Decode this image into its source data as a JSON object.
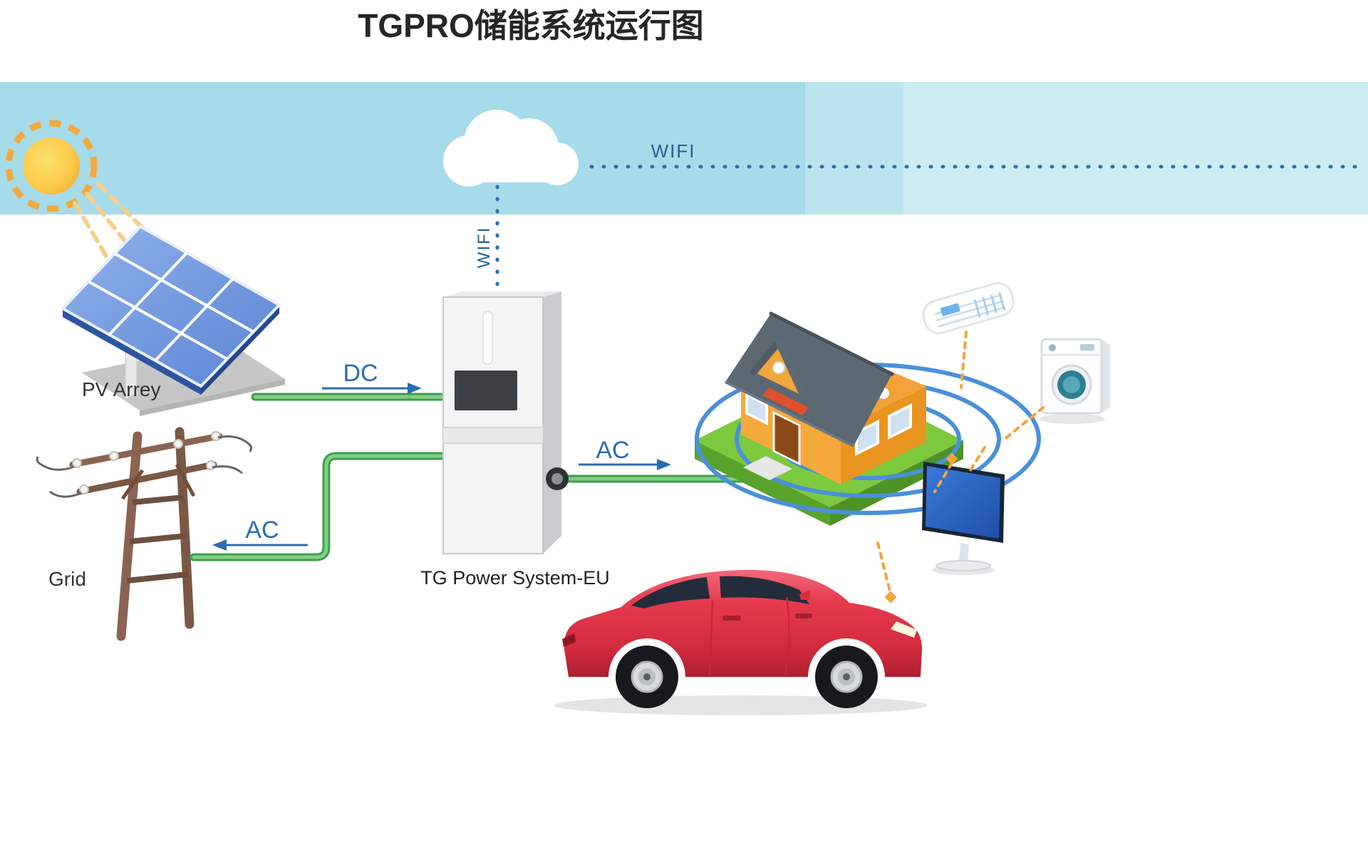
{
  "title": "TGPRO储能系统运行图",
  "diagram": {
    "pv": {
      "label": "PV Arrey"
    },
    "grid": {
      "label": "Grid"
    },
    "inverter": {
      "label": "TG Power System-EU"
    },
    "flows": {
      "dc": "DC",
      "ac_to_grid": "AC",
      "ac_to_home": "AC"
    },
    "wifi": {
      "cloud_link": "WIFI",
      "inverter_link": "WIFI"
    }
  },
  "colors": {
    "sky_blue": "#a6dbe9",
    "flow_green": "#3e9e4e",
    "label_blue": "#2b6cb0",
    "accent_orange": "#f2a33c",
    "house_wall_orange": "#f5a93c",
    "roof_gray": "#5b6872",
    "car_red": "#e63a4e",
    "ripple_blue": "#4a90d9"
  }
}
